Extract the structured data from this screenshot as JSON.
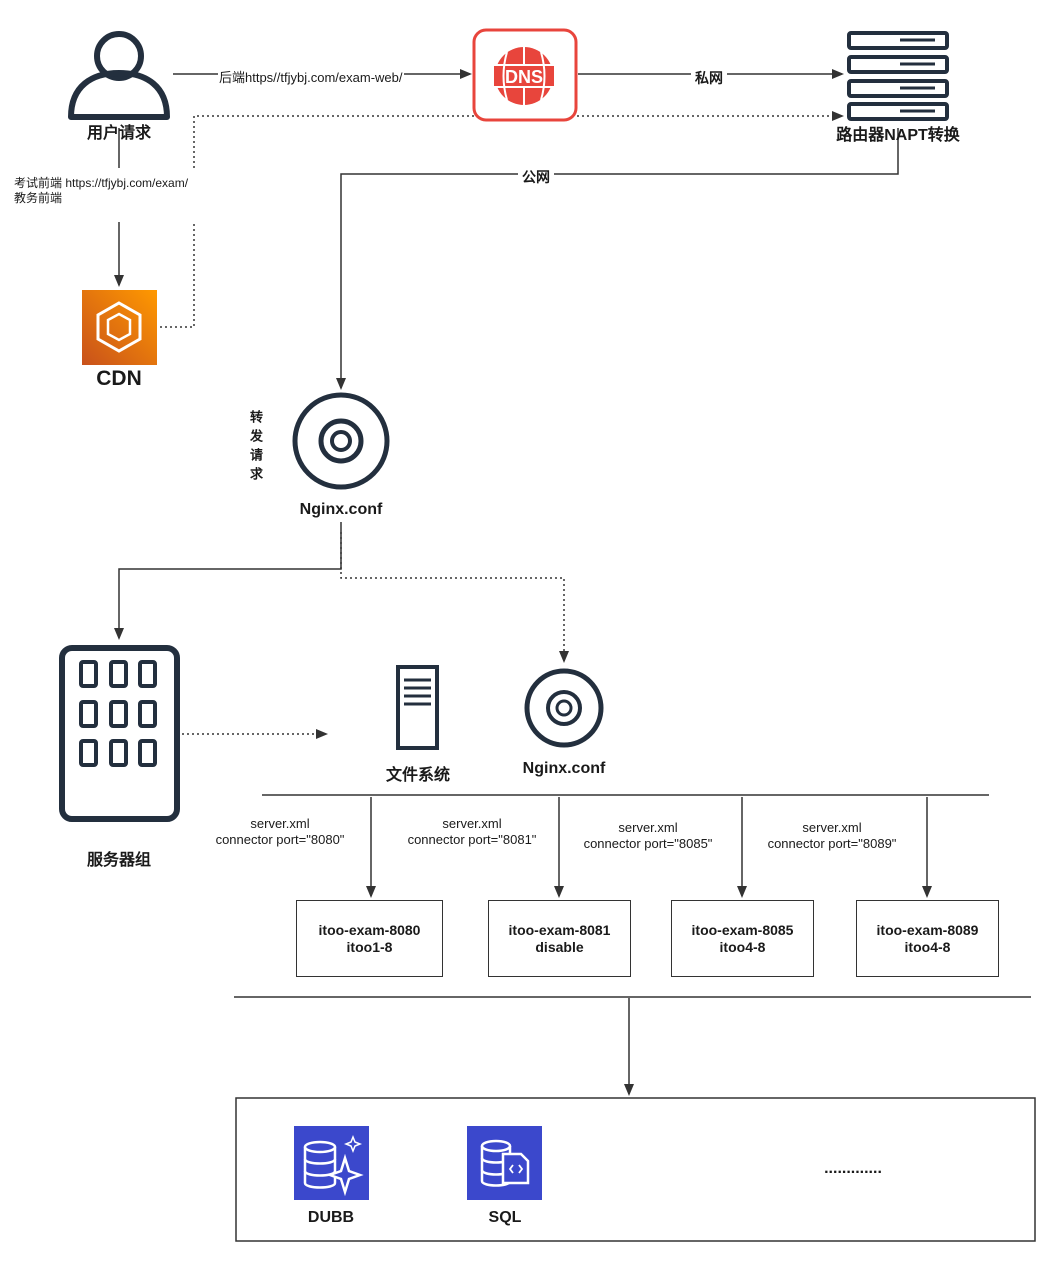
{
  "nodes": {
    "user": {
      "label": "用户请求"
    },
    "dns": {
      "label": "DNS"
    },
    "router": {
      "label": "路由器NAPT转换"
    },
    "cdn": {
      "label": "CDN"
    },
    "nginx_top": {
      "label": "Nginx.conf"
    },
    "server_group": {
      "label": "服务器组"
    },
    "file_system": {
      "label": "文件系统"
    },
    "nginx_bottom": {
      "label": "Nginx.conf"
    },
    "dubb": {
      "label": "DUBB"
    },
    "sql": {
      "label": "SQL"
    },
    "more": {
      "label": "............."
    }
  },
  "edges": {
    "user_to_dns": "后端https//tfjybj.com/exam-web/",
    "dns_to_router": "私网",
    "router_to_nginx": "公网",
    "user_to_cdn_line1": "考试前端 https://tfjybj.com/exam/",
    "user_to_cdn_line2": "教务前端",
    "forward": "转发请求"
  },
  "instances": [
    {
      "name": "itoo-exam-8080",
      "sub": "itoo1-8",
      "conn1": "server.xml",
      "conn2": "connector port=\"8080\""
    },
    {
      "name": "itoo-exam-8081",
      "sub": "disable",
      "conn1": "server.xml",
      "conn2": "connector port=\"8081\""
    },
    {
      "name": "itoo-exam-8085",
      "sub": "itoo4-8",
      "conn1": "server.xml",
      "conn2": "connector port=\"8085\""
    },
    {
      "name": "itoo-exam-8089",
      "sub": "itoo4-8",
      "conn1": "server.xml",
      "conn2": "connector port=\"8089\""
    }
  ],
  "colors": {
    "line": "#333333",
    "dns": "#e8453c",
    "cdn": "#e8760f",
    "db": "#3b48cc",
    "dark": "#232f3e"
  }
}
